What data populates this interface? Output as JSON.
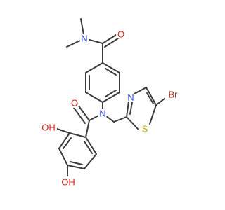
{
  "molecule": {
    "atoms": {
      "n_amide_top": "N",
      "o_amide_top": "O",
      "n_central": "N",
      "o_carbonyl_left": "O",
      "n_thiazole": "N",
      "s_thiazole": "S",
      "br": "Br",
      "oh_upper": "OH",
      "oh_lower": "OH"
    },
    "colors": {
      "bond": "#3c3c3c",
      "nitrogen": "#2f4bd6",
      "oxygen": "#e0201b",
      "sulfur": "#b8a200",
      "bromine": "#a02d1a"
    }
  }
}
